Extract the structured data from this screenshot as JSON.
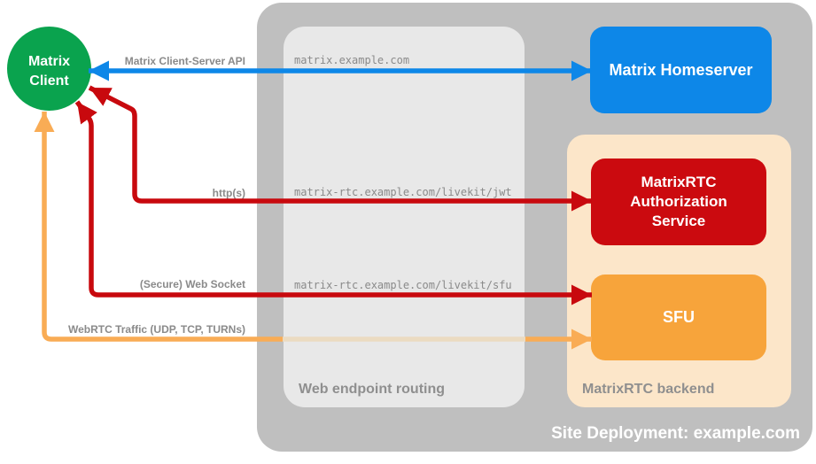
{
  "containers": {
    "site": {
      "label": "Site Deployment: example.com",
      "color": "#BFBFBF"
    },
    "routing": {
      "label": "Web endpoint routing",
      "color": "#E8E8E8"
    },
    "backend": {
      "label": "MatrixRTC backend",
      "color": "#FCE6C9"
    }
  },
  "nodes": {
    "client": {
      "line1": "Matrix",
      "line2": "Client",
      "color": "#0AA34E"
    },
    "homeserver": {
      "label": "Matrix Homeserver",
      "color": "#0D87E8"
    },
    "auth_service": {
      "label": "MatrixRTC Authorization Service",
      "color": "#CB0A0F"
    },
    "sfu": {
      "label": "SFU",
      "color": "#F7A43B"
    }
  },
  "edges": {
    "client_server_api": {
      "label": "Matrix Client-Server API",
      "endpoint": "matrix.example.com",
      "color": "#0D87E8"
    },
    "http": {
      "label": "http(s)",
      "endpoint": "matrix-rtc.example.com/livekit/jwt",
      "color": "#C8090E"
    },
    "websocket": {
      "label": "(Secure) Web Socket",
      "endpoint": "matrix-rtc.example.com/livekit/sfu",
      "color": "#C8090E"
    },
    "webrtc": {
      "label": "WebRTC Traffic (UDP, TCP, TURNs)",
      "color": "#F9AC55",
      "faded_color": "#EBDBC1"
    }
  }
}
